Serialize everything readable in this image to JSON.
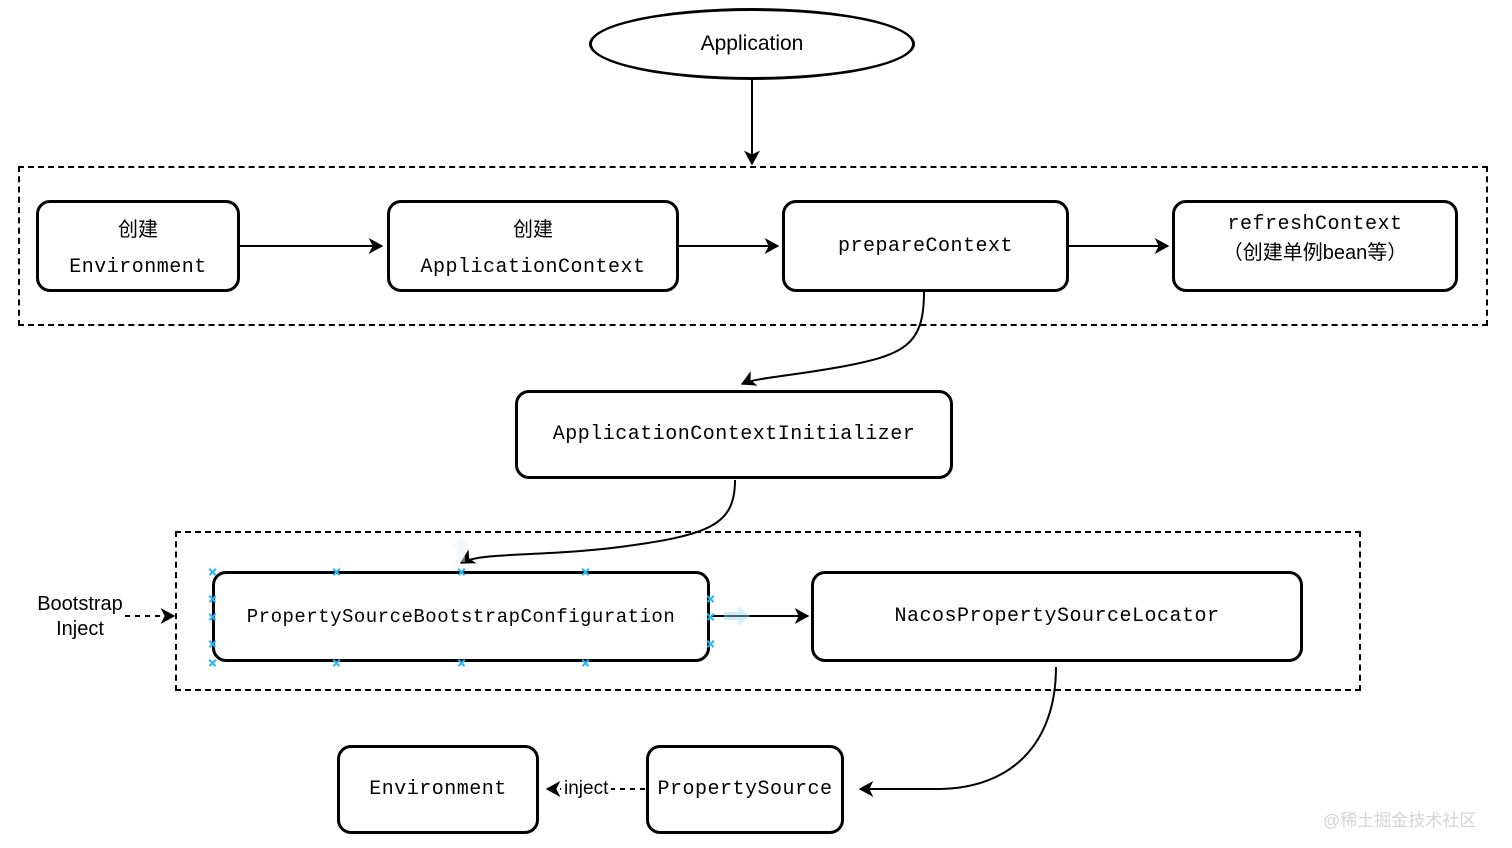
{
  "diagram": {
    "title": "Spring Boot / Nacos configuration bootstrap flow",
    "watermark": "@稀土掘金技术社区",
    "colors": {
      "stroke": "#000000",
      "background": "#ffffff",
      "selection": "#29b6f6",
      "watermark": "#d4d4d4"
    }
  },
  "nodes": {
    "application": {
      "label": "Application",
      "shape": "ellipse"
    },
    "create_environment": {
      "line1": "创建",
      "line2": "Environment",
      "shape": "rounded-rect"
    },
    "create_application_context": {
      "line1": "创建",
      "line2": "ApplicationContext",
      "shape": "rounded-rect"
    },
    "prepare_context": {
      "line1": "prepareContext",
      "shape": "rounded-rect"
    },
    "refresh_context": {
      "line1": "refreshContext",
      "line2": "（创建单例bean等）",
      "shape": "rounded-rect"
    },
    "application_context_initializer": {
      "line1": "ApplicationContextInitializer",
      "shape": "rounded-rect"
    },
    "property_source_bootstrap_configuration": {
      "line1": "PropertySourceBootstrapConfiguration",
      "shape": "rounded-rect",
      "selected": true
    },
    "nacos_property_source_locator": {
      "line1": "NacosPropertySourceLocator",
      "shape": "rounded-rect"
    },
    "environment": {
      "line1": "Environment",
      "shape": "rounded-rect"
    },
    "property_source": {
      "line1": "PropertySource",
      "shape": "rounded-rect"
    }
  },
  "groups": {
    "startup_group": {
      "style": "dashed"
    },
    "bootstrap_group": {
      "style": "dashed"
    }
  },
  "edges": {
    "bootstrap_inject": {
      "label_line1": "Bootstrap",
      "label_line2": "Inject",
      "style": "dashed"
    },
    "inject": {
      "label": "inject",
      "style": "dashed"
    }
  }
}
